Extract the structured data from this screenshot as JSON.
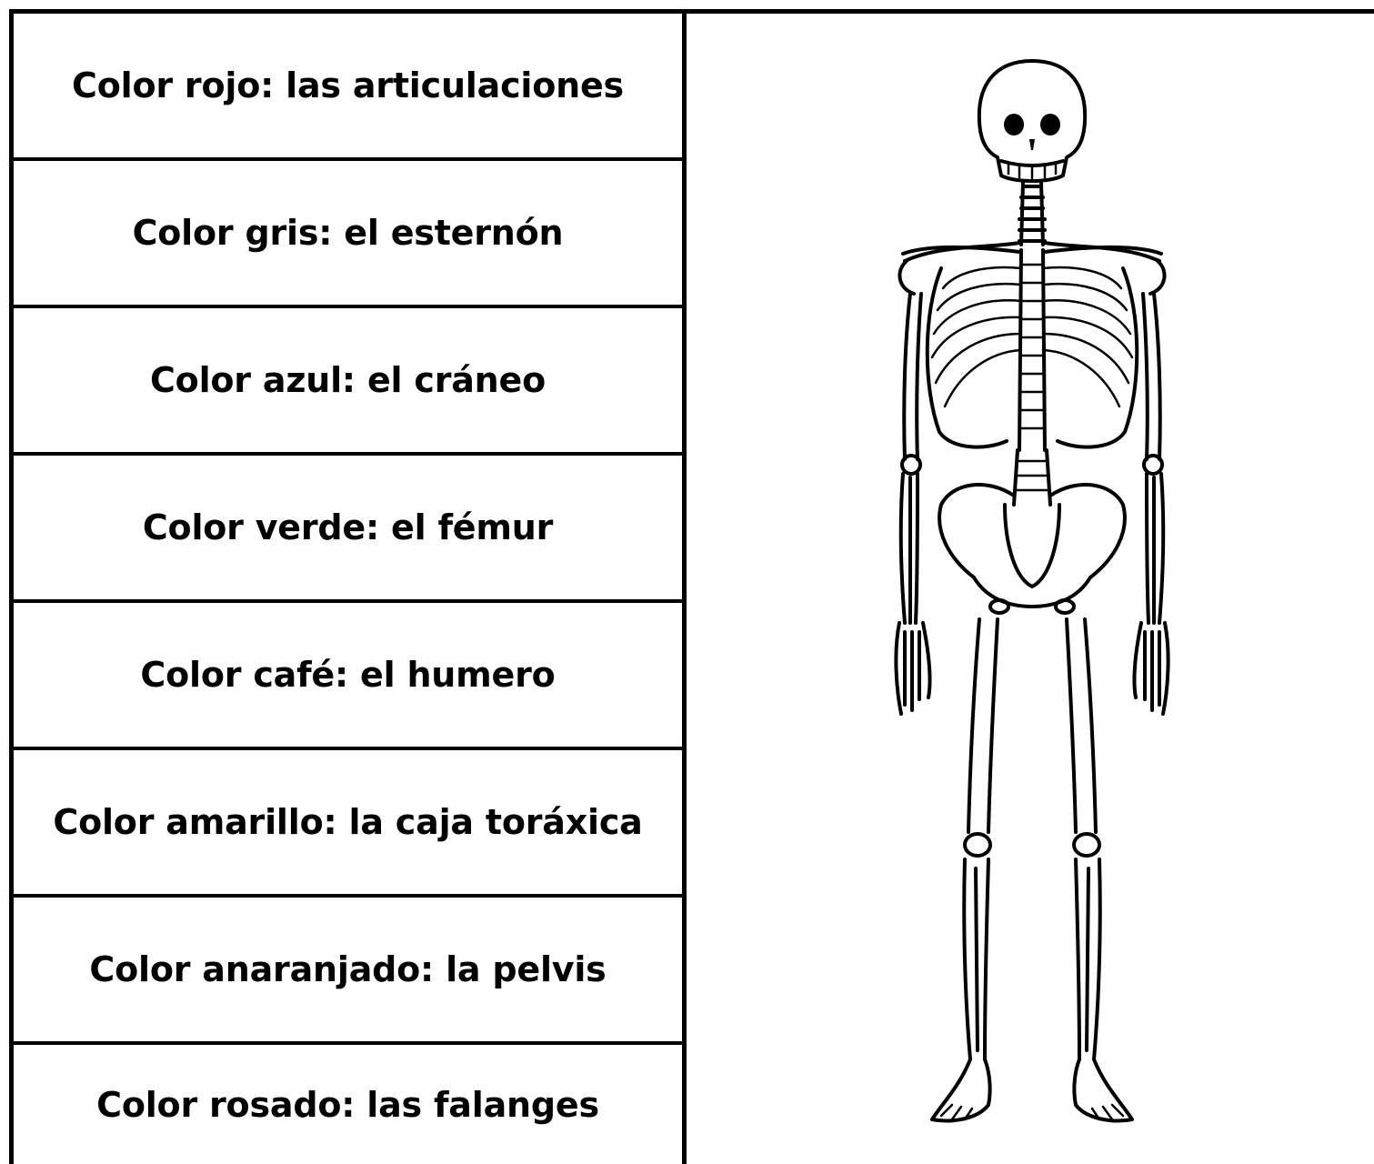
{
  "legend": {
    "rows": [
      "Color rojo: las articulaciones",
      "Color gris: el esternón",
      "Color azul: el cráneo",
      "Color verde: el fémur",
      "Color café: el humero",
      "Color amarillo: la caja toráxica",
      "Color anaranjado: la pelvis",
      "Color rosado: las falanges"
    ]
  },
  "illustration": {
    "subject": "skeleton-icon"
  }
}
